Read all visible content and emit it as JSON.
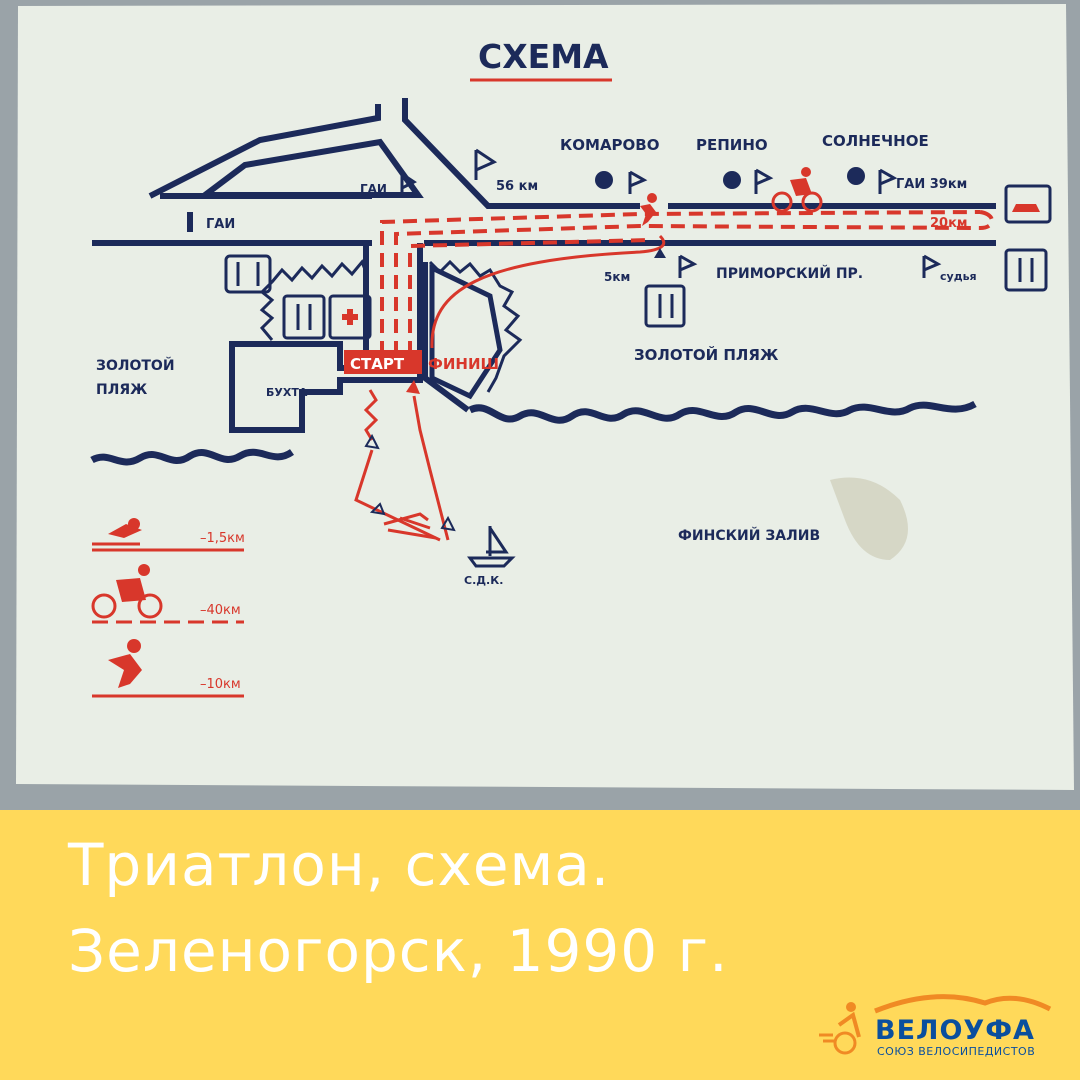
{
  "map": {
    "title": "СХЕМА",
    "labels": {
      "komarovo": "КОМАРОВО",
      "repino": "РЕПИНО",
      "solnechnoe": "СОЛНЕЧНОЕ",
      "gai_top": "ГАИ",
      "gai_39": "ГАИ 39км",
      "gai_left": "ГАИ",
      "km56": "56 км",
      "km5": "5км",
      "km20": "20км",
      "primorsky": "ПРИМОРСКИЙ ПР.",
      "judge": "судья",
      "zolotoy_left": "ЗОЛОТОЙ",
      "plyazh_left": "ПЛЯЖ",
      "bukhta": "БУХТА",
      "start": "СТАРТ",
      "finish": "ФИНИШ",
      "zolotoy_plyazh": "ЗОЛОТОЙ ПЛЯЖ",
      "finsky_zaliv": "ФИНСКИЙ ЗАЛИВ",
      "sdk": "С.Д.К."
    },
    "legend": [
      {
        "sport": "swim",
        "icon": "swimmer-icon",
        "distance": "–1,5км"
      },
      {
        "sport": "bike",
        "icon": "cyclist-icon",
        "distance": "–40км"
      },
      {
        "sport": "run",
        "icon": "runner-icon",
        "distance": "–10км"
      }
    ],
    "colors": {
      "navy": "#1c2a5a",
      "red": "#d8372b",
      "paper": "#e9eee6"
    }
  },
  "caption": {
    "line1": "Триатлон, схема.",
    "line2": "Зеленогорск, 1990 г."
  },
  "logo": {
    "name": "ВЕЛОУФА",
    "subtitle": "СОЮЗ ВЕЛОСИПЕДИСТОВ"
  }
}
